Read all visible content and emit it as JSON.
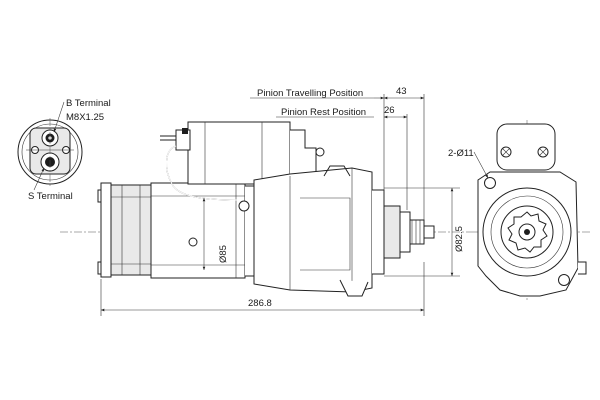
{
  "labels": {
    "b_terminal": "B Terminal",
    "b_thread": "M8X1.25",
    "s_terminal": "S Terminal",
    "pinion_travelling": "Pinion Travelling Position",
    "pinion_rest": "Pinion Rest Position",
    "dim_43": "43",
    "dim_26": "26",
    "dim_2x11": "2-Ø11",
    "dim_82_5": "Ø82.5",
    "dim_85": "Ø85",
    "dim_286_8": "286.8"
  }
}
